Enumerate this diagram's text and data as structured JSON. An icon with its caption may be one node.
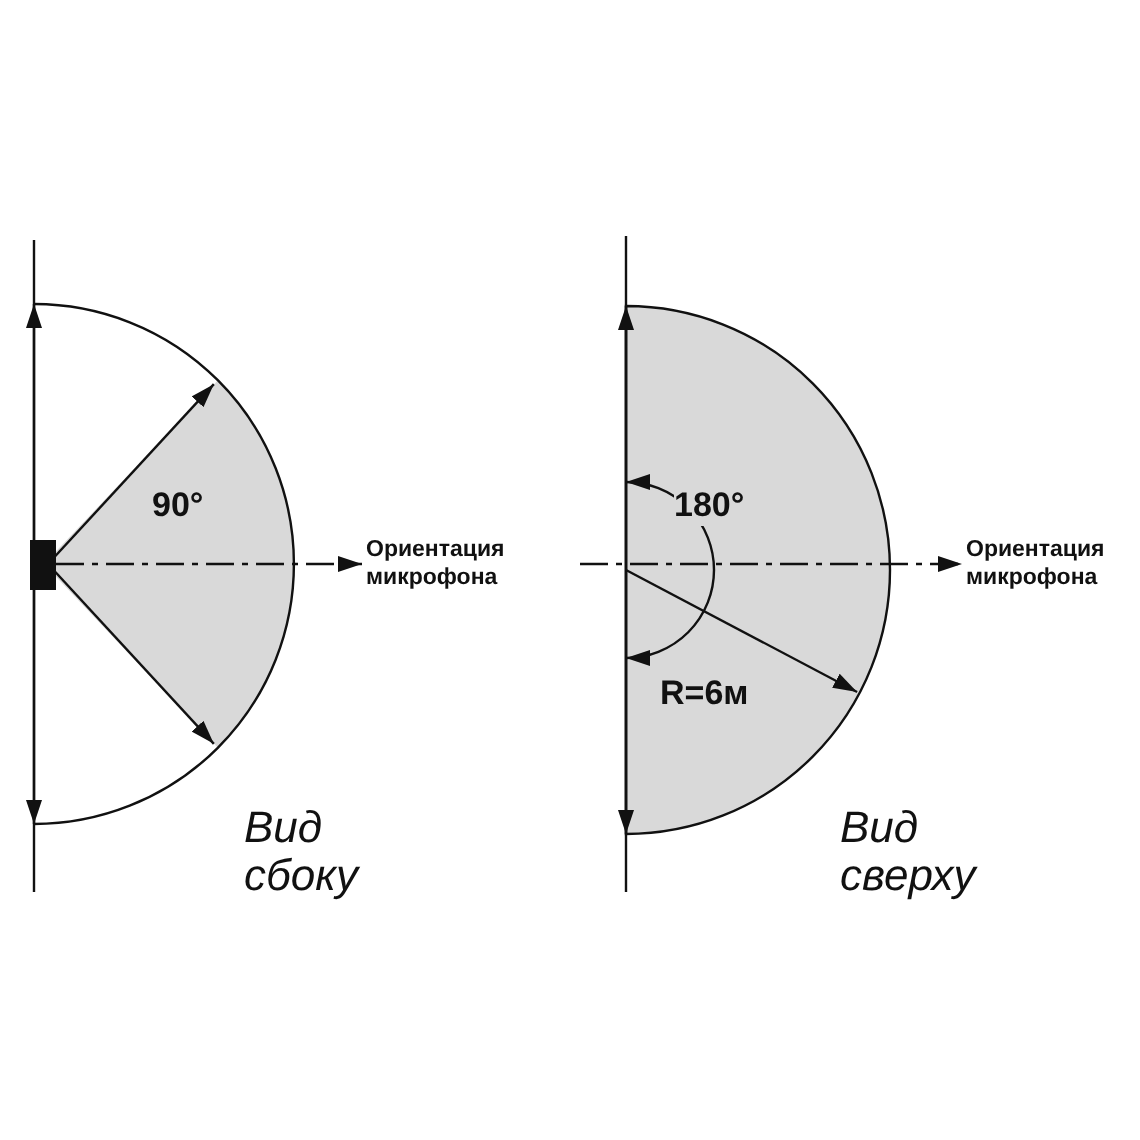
{
  "diagram": {
    "nodes": [
      {
        "text": [],
        "shape": "box"
      },
      {
        "text": [
          "Ориентация микрофона"
        ]
      },
      {
        "text": [
          "Ориентация микрофона"
        ]
      }
    ],
    "edges": [
      {
        "from": 0,
        "to": 1,
        "arrow": "to",
        "style": "dashed"
      },
      {
        "from": null,
        "to": 2,
        "arrow": "to",
        "style": "dashed"
      }
    ],
    "labels": [
      "90°",
      "Вид сбоку",
      "180°",
      "R=6м",
      "Вид сверху"
    ]
  }
}
